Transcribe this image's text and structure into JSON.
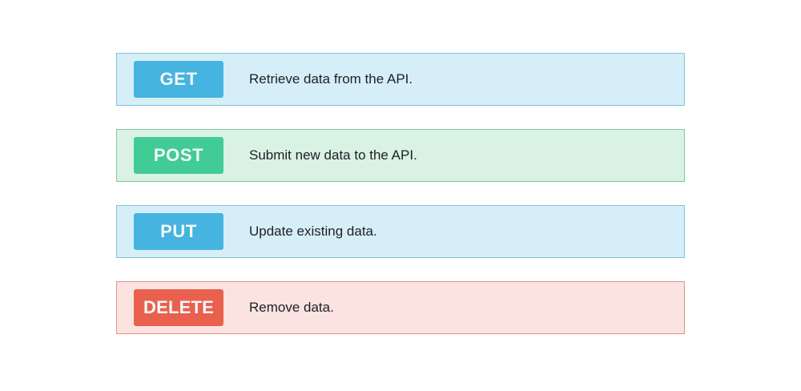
{
  "page": {
    "background_color": "#ffffff"
  },
  "methods": [
    {
      "badge": "GET",
      "description": "Retrieve data from the API.",
      "badge_color": "#45b4e0",
      "row_background": "#d6eef7",
      "row_border": "#7fc4d8"
    },
    {
      "badge": "POST",
      "description": "Submit new data to the API.",
      "badge_color": "#41cc96",
      "row_background": "#d9f2e4",
      "row_border": "#7fc9a6"
    },
    {
      "badge": "PUT",
      "description": "Update existing data.",
      "badge_color": "#45b4e0",
      "row_background": "#d6eef7",
      "row_border": "#7fc4d8"
    },
    {
      "badge": "DELETE",
      "description": "Remove data.",
      "badge_color": "#e9614e",
      "row_background": "#fae3e0",
      "row_border": "#e3948a"
    }
  ]
}
